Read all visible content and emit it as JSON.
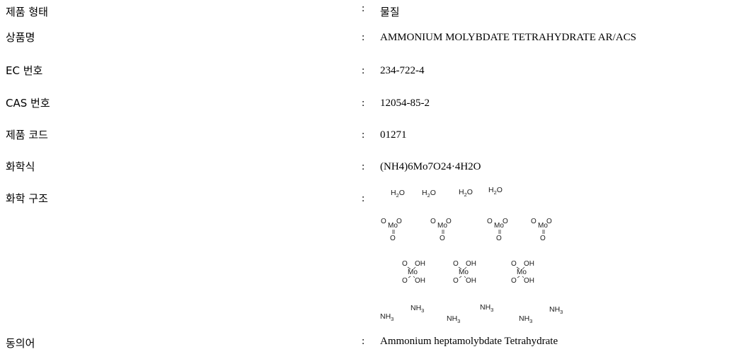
{
  "rows": [
    {
      "label": "제품 형태",
      "value": "물질"
    },
    {
      "label": "상품명",
      "value": "AMMONIUM MOLYBDATE TETRAHYDRATE AR/ACS"
    },
    {
      "label": "EC 번호",
      "value": "234-722-4"
    },
    {
      "label": "CAS 번호",
      "value": "12054-85-2"
    },
    {
      "label": "제품 코드",
      "value": "01271"
    },
    {
      "label": "화학식",
      "value": "(NH4)6Mo7O24·4H2O"
    },
    {
      "label": "화학 구조",
      "value": ""
    },
    {
      "label": "동의어",
      "value": "Ammonium heptamolybdate Tetrahydrate"
    }
  ],
  "colon": ":",
  "structure": {
    "water_count": 4,
    "molybdate_count": 4,
    "hydroxy_molybdate_count": 3,
    "ammonia_count": 6,
    "text": {
      "H": "H",
      "two": "2",
      "O": "O",
      "Mo": "Mo",
      "OH": "OH",
      "N": "NH",
      "three": "3"
    }
  }
}
